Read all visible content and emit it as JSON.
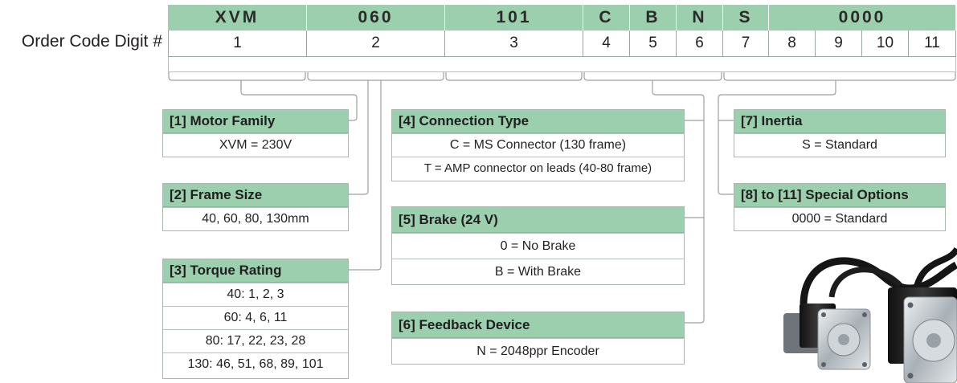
{
  "order_code": {
    "row_label": "Order Code Digit #",
    "header_segments": [
      "XVM",
      "060",
      "101",
      "C",
      "B",
      "N",
      "S",
      "0000"
    ],
    "digits": [
      "1",
      "2",
      "3",
      "4",
      "5",
      "6",
      "7",
      "8",
      "9",
      "10",
      "11"
    ]
  },
  "boxes": {
    "motor_family": {
      "title": "[1] Motor Family",
      "rows": [
        "XVM = 230V"
      ]
    },
    "frame_size": {
      "title": "[2] Frame Size",
      "rows": [
        "40, 60, 80, 130mm"
      ]
    },
    "torque_rating": {
      "title": "[3] Torque Rating",
      "rows": [
        "40: 1, 2, 3",
        "60:  4, 6, 11",
        "80: 17, 22, 23, 28",
        "130: 46, 51, 68, 89, 101"
      ]
    },
    "connection_type": {
      "title": "[4] Connection Type",
      "rows": [
        "C = MS Connector (130 frame)",
        "T = AMP connector on leads (40-80 frame)"
      ]
    },
    "brake": {
      "title": "[5] Brake (24 V)",
      "rows": [
        "0 = No Brake",
        "B = With Brake"
      ]
    },
    "feedback_device": {
      "title": "[6] Feedback Device",
      "rows": [
        "N = 2048ppr Encoder"
      ]
    },
    "inertia": {
      "title": "[7] Inertia",
      "rows": [
        "S = Standard"
      ]
    },
    "special_options": {
      "title": "[8] to [11]  Special Options",
      "rows": [
        "0000 = Standard"
      ]
    }
  },
  "colors": {
    "header_green": "#9ccfad",
    "border_gray": "#a9b8ae"
  },
  "images": {
    "motor_photo": "servo-motors-photo"
  }
}
